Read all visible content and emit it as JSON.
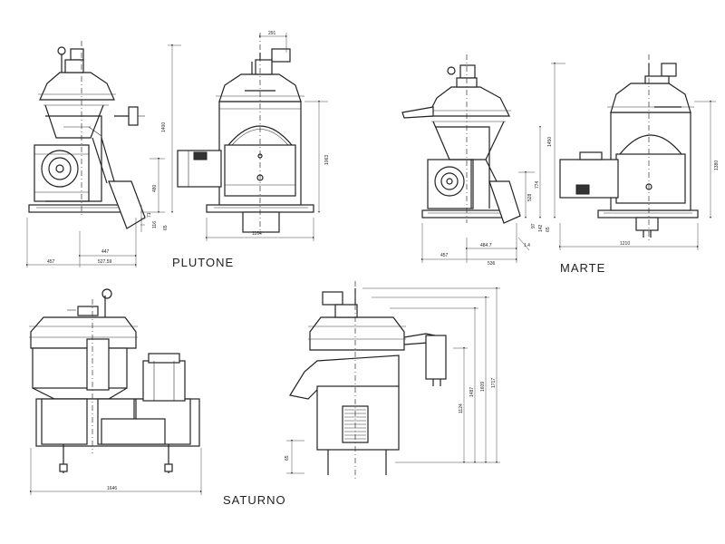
{
  "models": {
    "plutone": {
      "name": "PLUTONE",
      "dims": {
        "d1": "1400",
        "d2": "291",
        "d3": "480",
        "d4": "71",
        "d5": "116",
        "d6": "65",
        "d7": "447",
        "d8": "457",
        "d9": "527.59",
        "d10": "1164",
        "d11": "1063"
      }
    },
    "marte": {
      "name": "MARTE",
      "dims": {
        "d1": "1450",
        "d2": "774",
        "d3": "528",
        "d4": "97",
        "d5": "142",
        "d6": "65",
        "d7": "484.7",
        "d8": "457",
        "d9": "536",
        "d10": "1.4",
        "d11": "1210",
        "d12": "1380"
      }
    },
    "saturno": {
      "name": "SATURNO",
      "dims": {
        "d1": "1646",
        "d2": "65",
        "d3": "1124",
        "d4": "1487",
        "d5": "1609",
        "d6": "1717"
      }
    }
  }
}
